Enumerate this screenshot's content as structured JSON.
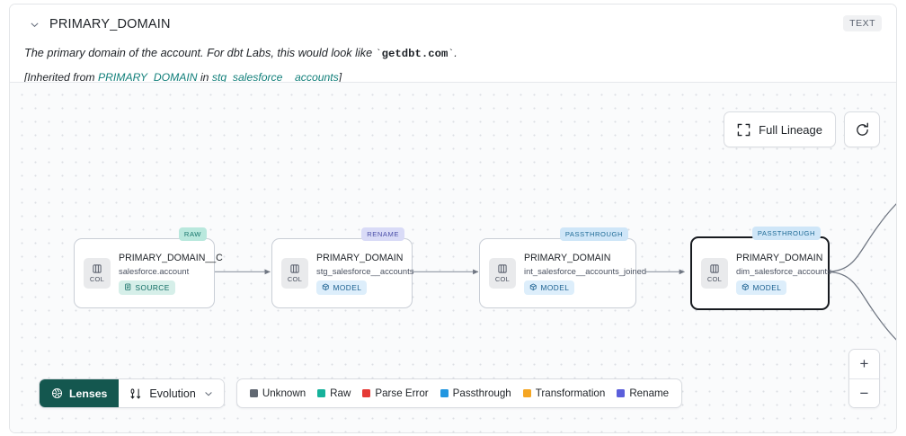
{
  "header": {
    "chevron_icon": "chevron-down-icon",
    "column_title": "PRIMARY_DOMAIN",
    "type_badge": "TEXT",
    "description_pre": "The primary domain of the account. For dbt Labs, this would look like ",
    "description_code": "getdbt.com",
    "description_post": ".",
    "backtick": "`",
    "inherited_prefix": "[Inherited from ",
    "inherited_link_1": "PRIMARY_DOMAIN",
    "inherited_mid": " in ",
    "inherited_link_2": "stg_salesforce__accounts",
    "inherited_suffix": "]"
  },
  "top_controls": {
    "full_lineage_label": "Full Lineage",
    "full_lineage_icon": "expand-corners-icon",
    "refresh_icon": "refresh-icon"
  },
  "graph": {
    "col_chip_label": "COL",
    "col_chip_icon": "columns-icon",
    "nodes": [
      {
        "name": "PRIMARY_DOMAIN__C",
        "table": "salesforce.account",
        "kind": "SOURCE",
        "kind_icon": "document-icon",
        "lens_tag": "RAW",
        "selected": false
      },
      {
        "name": "PRIMARY_DOMAIN",
        "table": "stg_salesforce__accounts",
        "kind": "MODEL",
        "kind_icon": "cube-icon",
        "lens_tag": "RENAME",
        "selected": false
      },
      {
        "name": "PRIMARY_DOMAIN",
        "table": "int_salesforce__accounts_joined",
        "kind": "MODEL",
        "kind_icon": "cube-icon",
        "lens_tag": "PASSTHROUGH",
        "selected": false
      },
      {
        "name": "PRIMARY_DOMAIN",
        "table": "dim_salesforce_accounts",
        "kind": "MODEL",
        "kind_icon": "cube-icon",
        "lens_tag": "PASSTHROUGH",
        "selected": true
      }
    ]
  },
  "bottom_bar": {
    "lenses_label": "Lenses",
    "lenses_icon": "aperture-icon",
    "evolution_label": "Evolution",
    "evolution_icon": "evolution-flow-icon",
    "evolution_caret": "chevron-down-icon",
    "legend": [
      {
        "label": "Unknown",
        "color": "#616872"
      },
      {
        "label": "Raw",
        "color": "#16b29b"
      },
      {
        "label": "Parse Error",
        "color": "#e53935"
      },
      {
        "label": "Passthrough",
        "color": "#2196e0"
      },
      {
        "label": "Transformation",
        "color": "#f5a623"
      },
      {
        "label": "Rename",
        "color": "#5b5fdb"
      }
    ]
  },
  "zoom_controls": {
    "zoom_in_label": "+",
    "zoom_out_label": "−"
  }
}
